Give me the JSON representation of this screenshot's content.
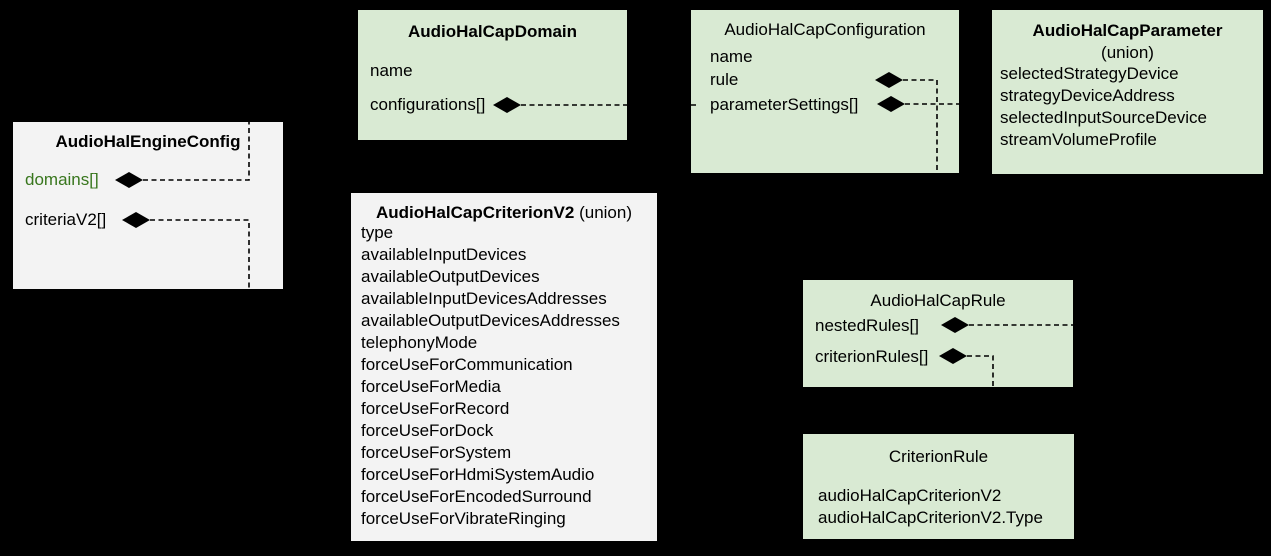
{
  "diagram": {
    "background_color": "#000000",
    "box_green_color": "#d9ead3",
    "box_gray_color": "#f3f3f3",
    "accent_text_color": "#38761d"
  },
  "boxes": {
    "engine": {
      "title": "AudioHalEngineConfig",
      "fields": [
        "domains[]",
        "criteriaV2[]"
      ]
    },
    "domain": {
      "title": "AudioHalCapDomain",
      "fields": [
        "name",
        "configurations[]"
      ]
    },
    "configuration": {
      "title": "AudioHalCapConfiguration",
      "fields": [
        "name",
        "rule",
        "parameterSettings[]"
      ]
    },
    "parameter": {
      "title": "AudioHalCapParameter",
      "subtitle": "(union)",
      "fields": [
        "selectedStrategyDevice",
        "strategyDeviceAddress",
        "selectedInputSourceDevice",
        "streamVolumeProfile"
      ]
    },
    "criterion": {
      "title": "AudioHalCapCriterionV2",
      "subtitle": "(union)",
      "fields": [
        "type",
        "availableInputDevices",
        "availableOutputDevices",
        "availableInputDevicesAddresses",
        "availableOutputDevicesAddresses",
        "telephonyMode",
        "forceUseForCommunication",
        "forceUseForMedia",
        "forceUseForRecord",
        "forceUseForDock",
        "forceUseForSystem",
        "forceUseForHdmiSystemAudio",
        "forceUseForEncodedSurround",
        "forceUseForVibrateRinging"
      ]
    },
    "rule": {
      "title": "AudioHalCapRule",
      "fields": [
        "nestedRules[]",
        "criterionRules[]"
      ]
    },
    "criterion_rule": {
      "title": "CriterionRule",
      "fields": [
        "audioHalCapCriterionV2",
        "audioHalCapCriterionV2.Type"
      ]
    }
  },
  "relations": [
    {
      "from": "AudioHalEngineConfig.domains[]",
      "to": "AudioHalCapDomain",
      "type": "composition"
    },
    {
      "from": "AudioHalEngineConfig.criteriaV2[]",
      "to": "AudioHalCapCriterionV2",
      "type": "composition"
    },
    {
      "from": "AudioHalCapDomain.configurations[]",
      "to": "AudioHalCapConfiguration",
      "type": "composition"
    },
    {
      "from": "AudioHalCapConfiguration.rule",
      "to": "AudioHalCapRule",
      "type": "composition"
    },
    {
      "from": "AudioHalCapConfiguration.parameterSettings[]",
      "to": "AudioHalCapParameter",
      "type": "composition"
    },
    {
      "from": "AudioHalCapRule.nestedRules[]",
      "to": "AudioHalCapRule",
      "type": "composition"
    },
    {
      "from": "AudioHalCapRule.criterionRules[]",
      "to": "CriterionRule",
      "type": "composition"
    }
  ]
}
